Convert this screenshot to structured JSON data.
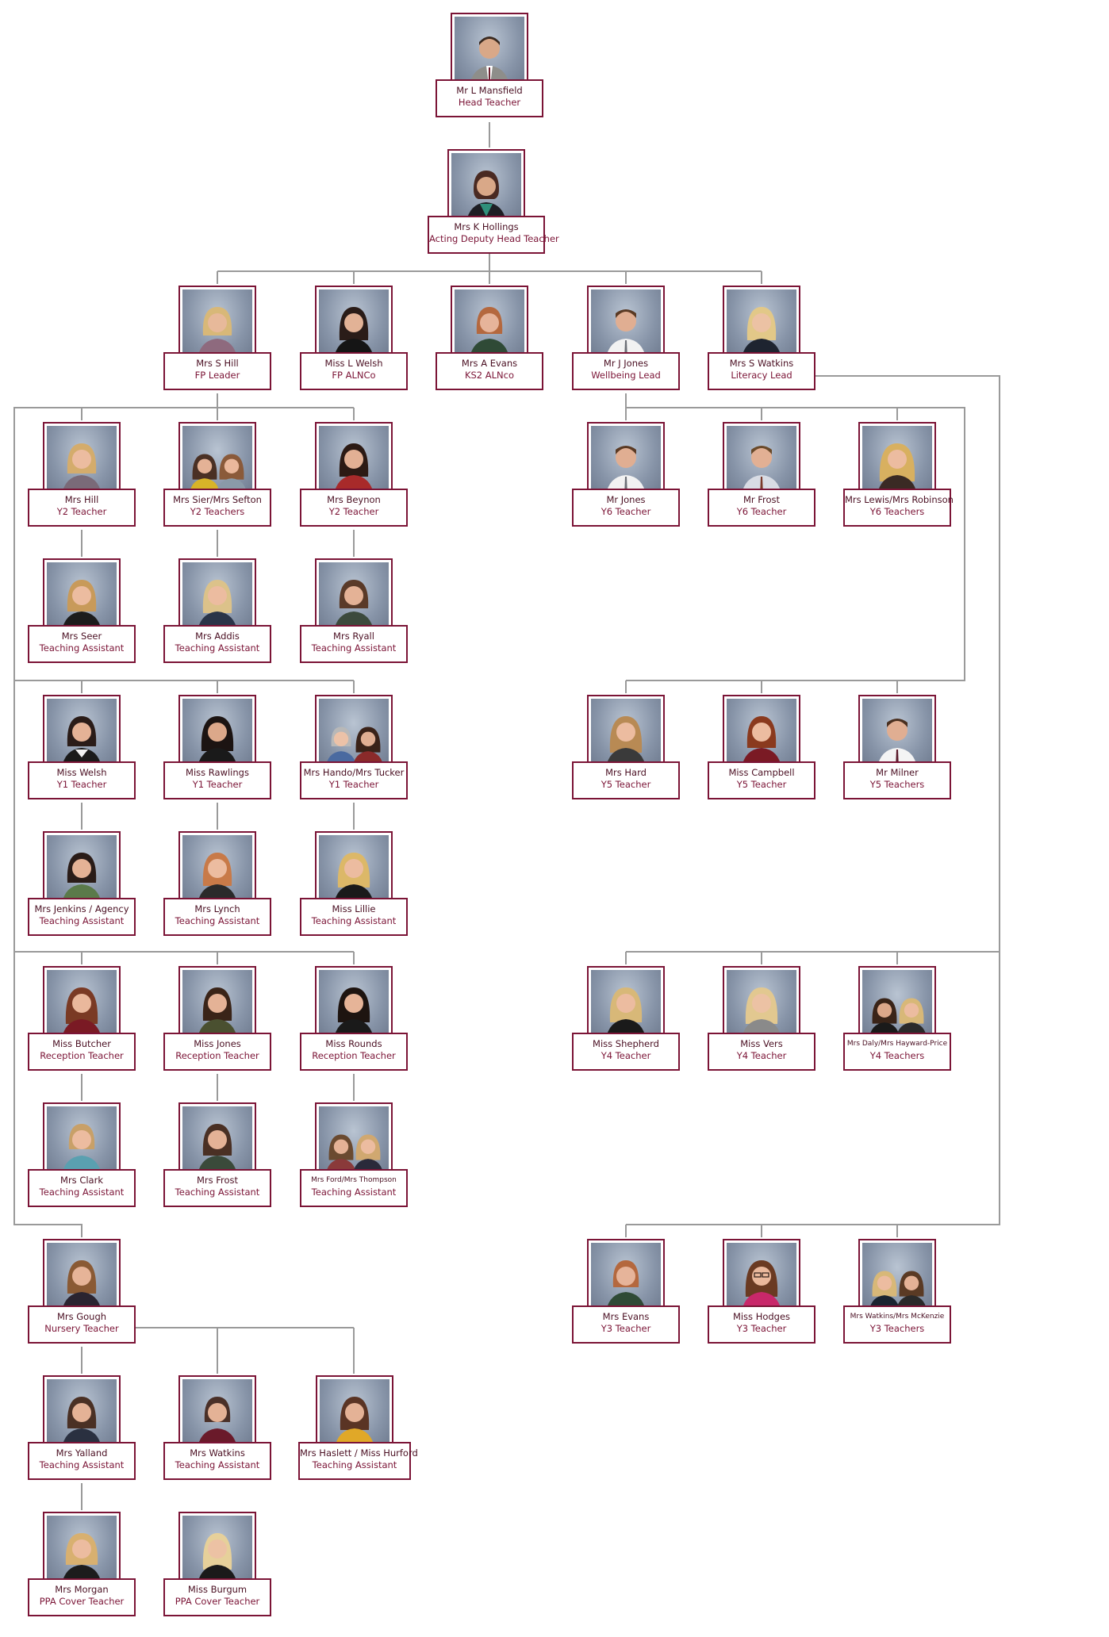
{
  "accent_color": "#7b1436",
  "line_color": "#9a9a9a",
  "staff": {
    "head": {
      "name": "Mr L Mansfield",
      "role": "Head Teacher"
    },
    "deputy": {
      "name": "Mrs K Hollings",
      "role": "Acting Deputy Head Teacher"
    },
    "hill": {
      "name": "Mrs S Hill",
      "role": "FP Leader"
    },
    "welsh_l": {
      "name": "Miss L Welsh",
      "role": "FP ALNCo"
    },
    "evans_a": {
      "name": "Mrs A Evans",
      "role": "KS2 ALNco"
    },
    "jones_j": {
      "name": "Mr J Jones",
      "role": "Wellbeing Lead"
    },
    "watkins_s": {
      "name": "Mrs S Watkins",
      "role": "Literacy Lead"
    },
    "y2_hill": {
      "name": "Mrs Hill",
      "role": "Y2 Teacher"
    },
    "y2_sier": {
      "name": "Mrs Sier/Mrs Sefton",
      "role": "Y2 Teachers"
    },
    "y2_beynon": {
      "name": "Mrs Beynon",
      "role": "Y2 Teacher"
    },
    "ta_seer": {
      "name": "Mrs Seer",
      "role": "Teaching Assistant"
    },
    "ta_addis": {
      "name": "Mrs Addis",
      "role": "Teaching Assistant"
    },
    "ta_ryall": {
      "name": "Mrs Ryall",
      "role": "Teaching Assistant"
    },
    "y1_welsh": {
      "name": "Miss Welsh",
      "role": "Y1 Teacher"
    },
    "y1_rawlings": {
      "name": "Miss Rawlings",
      "role": "Y1 Teacher"
    },
    "y1_hando": {
      "name": "Mrs Hando/Mrs Tucker",
      "role": "Y1 Teacher"
    },
    "ta_jenkins": {
      "name": "Mrs Jenkins / Agency",
      "role": "Teaching Assistant"
    },
    "ta_lynch": {
      "name": "Mrs Lynch",
      "role": "Teaching Assistant"
    },
    "ta_lillie": {
      "name": "Miss Lillie",
      "role": "Teaching Assistant"
    },
    "r_butcher": {
      "name": "Miss Butcher",
      "role": "Reception Teacher"
    },
    "r_jones": {
      "name": "Miss Jones",
      "role": "Reception Teacher"
    },
    "r_rounds": {
      "name": "Miss Rounds",
      "role": "Reception Teacher"
    },
    "ta_clark": {
      "name": "Mrs Clark",
      "role": "Teaching Assistant"
    },
    "ta_frost": {
      "name": "Mrs Frost",
      "role": "Teaching Assistant"
    },
    "ta_ford": {
      "name": "Mrs Ford/Mrs Thompson",
      "role": "Teaching Assistant"
    },
    "n_gough": {
      "name": "Mrs Gough",
      "role": "Nursery Teacher"
    },
    "ta_yalland": {
      "name": "Mrs Yalland",
      "role": "Teaching Assistant"
    },
    "ta_watkins": {
      "name": "Mrs Watkins",
      "role": "Teaching Assistant"
    },
    "ta_haslett": {
      "name": "Mrs Haslett / Miss Hurford",
      "role": "Teaching Assistant"
    },
    "ppa_morgan": {
      "name": "Mrs Morgan",
      "role": "PPA Cover Teacher"
    },
    "ppa_burgum": {
      "name": "Miss Burgum",
      "role": "PPA Cover Teacher"
    },
    "y6_jones": {
      "name": "Mr Jones",
      "role": "Y6 Teacher"
    },
    "y6_frost": {
      "name": "Mr Frost",
      "role": "Y6 Teacher"
    },
    "y6_lewis": {
      "name": "Mrs Lewis/Mrs Robinson",
      "role": "Y6 Teachers"
    },
    "y5_hard": {
      "name": "Mrs Hard",
      "role": "Y5 Teacher"
    },
    "y5_campbell": {
      "name": "Miss Campbell",
      "role": "Y5 Teacher"
    },
    "y5_milner": {
      "name": "Mr Milner",
      "role": "Y5 Teachers"
    },
    "y4_shepherd": {
      "name": "Miss Shepherd",
      "role": "Y4 Teacher"
    },
    "y4_vers": {
      "name": "Miss Vers",
      "role": "Y4 Teacher"
    },
    "y4_daly": {
      "name": "Mrs Daly/Mrs Hayward-Price",
      "role": "Y4 Teachers"
    },
    "y3_evans": {
      "name": "Mrs Evans",
      "role": "Y3 Teacher"
    },
    "y3_hodges": {
      "name": "Miss Hodges",
      "role": "Y3 Teacher"
    },
    "y3_watkins": {
      "name": "Mrs Watkins/Mrs McKenzie",
      "role": "Y3 Teachers"
    }
  }
}
